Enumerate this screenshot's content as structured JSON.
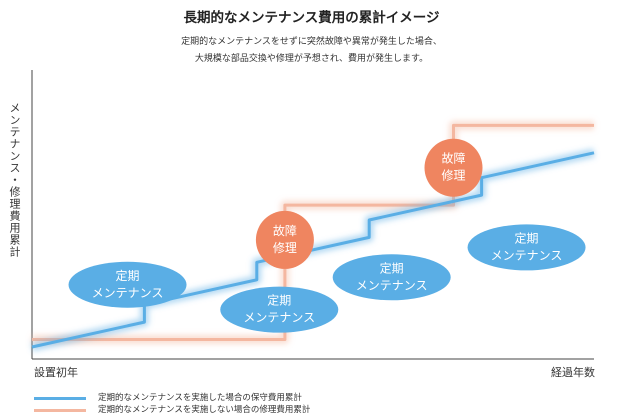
{
  "chart_data": {
    "type": "line",
    "title": "長期的なメンテナンス費用の累計イメージ",
    "subtitle": [
      "定期的なメンテナンスをせずに突然故障や異常が発生した場合、",
      "大規模な部品交換や修理が予想され、費用が発生します。"
    ],
    "ylabel": "メンテナンス・修理費用累計",
    "xlabel_start": "設置初年",
    "xlabel_end": "経過年数",
    "xlim": [
      0,
      100
    ],
    "ylim": [
      0,
      100
    ],
    "grid": false,
    "legend_position": "bottom-left",
    "series": [
      {
        "name": "定期的なメンテナンスを実施した場合の保守費用累計",
        "color": "#5aaee5",
        "x": [
          0,
          20,
          20,
          40,
          40,
          60,
          60,
          80,
          80,
          100
        ],
        "y": [
          0,
          10,
          17,
          27,
          34,
          44,
          51,
          61,
          68,
          78
        ]
      },
      {
        "name": "定期的なメンテナンスを実施しない場合の修理費用累計",
        "color": "#f4b7a0",
        "x": [
          0,
          45,
          45,
          75,
          75,
          100
        ],
        "y": [
          3,
          3,
          57,
          57,
          89,
          89
        ]
      }
    ],
    "annotations": [
      {
        "label": "定期メンテナンス",
        "line1": "定期",
        "line2": "メンテナンス",
        "x": 17,
        "y": 25,
        "shape": "ellipse",
        "color": "#5aaee5"
      },
      {
        "label": "定期メンテナンス",
        "line1": "定期",
        "line2": "メンテナンス",
        "x": 44,
        "y": 15,
        "shape": "ellipse",
        "color": "#5aaee5"
      },
      {
        "label": "定期メンテナンス",
        "line1": "定期",
        "line2": "メンテナンス",
        "x": 64,
        "y": 28,
        "shape": "ellipse",
        "color": "#5aaee5"
      },
      {
        "label": "定期メンテナンス",
        "line1": "定期",
        "line2": "メンテナンス",
        "x": 88,
        "y": 40,
        "shape": "ellipse",
        "color": "#5aaee5"
      },
      {
        "label": "故障修理",
        "line1": "故障",
        "line2": "修理",
        "x": 45,
        "y": 43,
        "shape": "circle",
        "color": "#ef8560"
      },
      {
        "label": "故障修理",
        "line1": "故障",
        "line2": "修理",
        "x": 75,
        "y": 72,
        "shape": "circle",
        "color": "#ef8560"
      }
    ]
  }
}
